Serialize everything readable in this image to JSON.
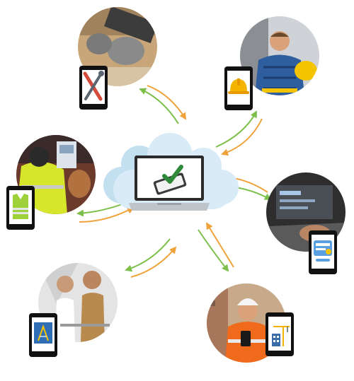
{
  "diagram": {
    "colors": {
      "arrow_outbound": "#f0a23a",
      "arrow_inbound": "#7cbf4a",
      "cloud": "#d8ebf6",
      "cloud_shade": "#c3e0f1",
      "laptop_body": "#bfc4c9",
      "laptop_screen": "#ffffff",
      "check": "#2f8a3a",
      "device_frame": "#111111"
    },
    "hub": {
      "icon": "cloud-laptop-check-icon"
    },
    "nodes": [
      {
        "id": "tools",
        "photo": "worker-hands-gloves-photo",
        "device_icon": "wrench-screwdriver-icon"
      },
      {
        "id": "helmet",
        "photo": "worker-plaid-shirt-helmet-photo",
        "device_icon": "hard-hat-icon"
      },
      {
        "id": "laptop",
        "photo": "hands-laptop-photo",
        "device_icon": "app-window-icon"
      },
      {
        "id": "inspector",
        "photo": "engineer-orange-vest-photo",
        "device_icon": "crane-building-icon"
      },
      {
        "id": "team",
        "photo": "two-colleagues-office-photo",
        "device_icon": "blueprint-icon"
      },
      {
        "id": "vest",
        "photo": "worker-yellow-vest-tablet-photo",
        "device_icon": "safety-vest-icon"
      }
    ]
  }
}
